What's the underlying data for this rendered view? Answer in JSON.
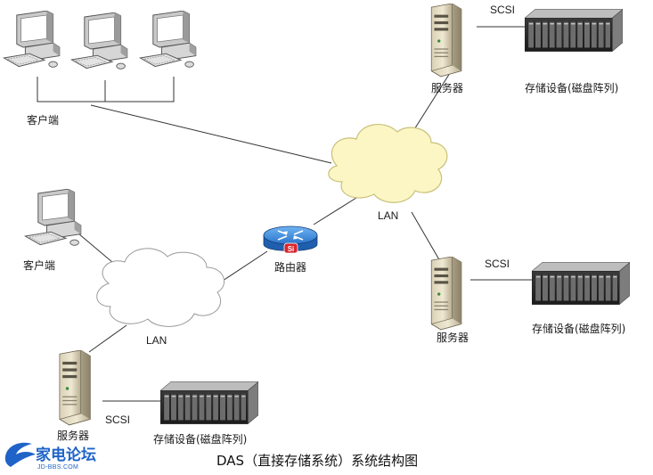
{
  "labels": {
    "client_top": "客户端",
    "client_left": "客户端",
    "server_top": "服务器",
    "server_mid": "服务器",
    "server_bottom": "服务器",
    "storage_top": "存储设备(磁盘阵列)",
    "storage_mid": "存储设备(磁盘阵列)",
    "storage_bottom": "存储设备(磁盘阵列)",
    "scsi_top": "SCSI",
    "scsi_mid": "SCSI",
    "scsi_bottom": "SCSI",
    "lan_main": "LAN",
    "lan_left": "LAN",
    "router": "路由器",
    "router_badge": "Si"
  },
  "title": "DAS（直接存储系统）系统结构图",
  "watermark": {
    "name": "家电论坛",
    "url": "JD-BBS.COM"
  },
  "colors": {
    "cloud_fill": "#fbf6c4",
    "cloud_stroke": "#c9c07a",
    "router_fill": "#2f7fd8",
    "logo": "#1f63c8"
  }
}
